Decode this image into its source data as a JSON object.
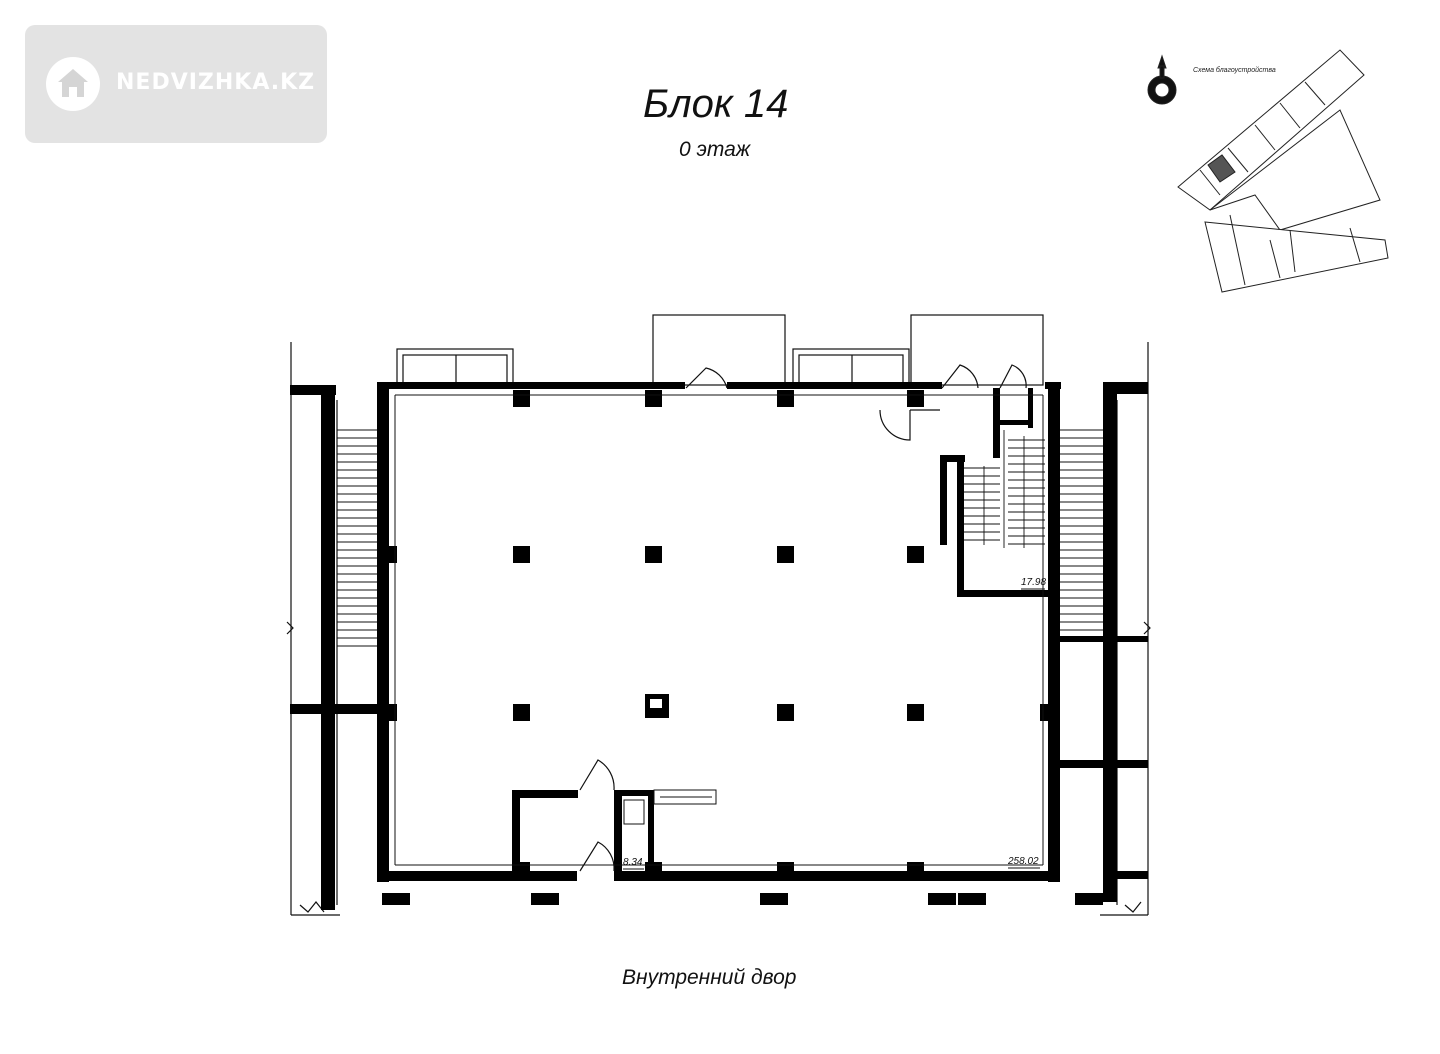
{
  "watermark": {
    "text": "NEDVIZHKA.KZ",
    "icon": "home-icon"
  },
  "title": "Блок 14",
  "floor_label": "0 этаж",
  "courtyard_label": "Внутренний двор",
  "areas": {
    "main": "258.02",
    "stair_hall": "17.98",
    "small_room": "8.34"
  },
  "key_plan": {
    "label": "Схема благоустройства",
    "icon": "compass-icon"
  },
  "colors": {
    "wall": "#000000",
    "line": "#111111",
    "watermark_bg": "#e3e3e3"
  }
}
